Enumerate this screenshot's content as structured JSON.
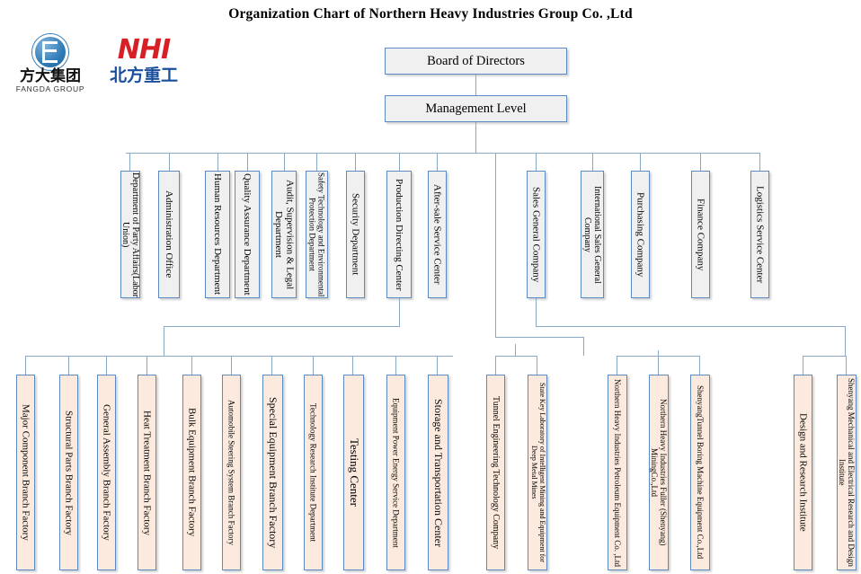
{
  "title": "Organization Chart of Northern Heavy Industries  Group Co. ,Ltd",
  "logos": {
    "fangda": {
      "name": "fangda-group-logo",
      "cn": "方大集团",
      "en": "FANGDA GROUP"
    },
    "nhi": {
      "name": "nhi-logo",
      "en": "NHI",
      "cn": "北方重工"
    }
  },
  "colors": {
    "box_border": "#5b8bc0",
    "box_fill_gray": "#f0f0f0",
    "box_fill_peach": "#fdeade",
    "line": "#8aa9c7",
    "nhi_red": "#d81f26",
    "nhi_blue": "#1a4f9c",
    "fangda_blue": "#2f7ab5"
  },
  "top": [
    {
      "id": "board-of-directors",
      "label": "Board of Directors"
    },
    {
      "id": "management-level",
      "label": "Management Level"
    }
  ],
  "level2_left": [
    {
      "id": "dept-party-affairs",
      "label": "Department of Party Affairs(Labor Union)"
    },
    {
      "id": "administration-office",
      "label": "Administration Office"
    },
    {
      "id": "human-resources-department",
      "label": "Human Resources Department"
    },
    {
      "id": "quality-assurance-department",
      "label": "Quality Assurance Department"
    },
    {
      "id": "audit-supervision-legal-department",
      "label": "Audit, Supervision & Legal Department"
    },
    {
      "id": "safety-tech-environmental-protection-department",
      "label": "Safety Technology and Environmental Protection Department"
    },
    {
      "id": "security-department",
      "label": "Security Department"
    },
    {
      "id": "production-directing-center",
      "label": "Production Directing Center"
    },
    {
      "id": "after-sale-service-center",
      "label": "After-sale Service Center"
    }
  ],
  "level2_right": [
    {
      "id": "sales-general-company",
      "label": "Sales General Company"
    },
    {
      "id": "international-sales-general-company",
      "label": "International Sales General Company"
    },
    {
      "id": "purchasing-company",
      "label": "Purchasing Company"
    },
    {
      "id": "finance-company",
      "label": "Finance Company"
    },
    {
      "id": "logistics-service-center",
      "label": "Logistics Service Center"
    }
  ],
  "level3_production": [
    {
      "id": "major-component-branch-factory",
      "label": "Major Component Branch Factory"
    },
    {
      "id": "structural-parts-branch-factory",
      "label": "Structural Parts Branch Factory"
    },
    {
      "id": "general-assembly-branch-factory",
      "label": "General Assembly Branch Factory"
    },
    {
      "id": "heat-treatment-branch-factory",
      "label": "Heat Treatment Branch Factory"
    },
    {
      "id": "bulk-equipment-branch-factory",
      "label": "Bulk Equipment Branch Factory"
    },
    {
      "id": "automobile-steering-system-branch-factory",
      "label": "Automobile Steering System Branch Factory"
    },
    {
      "id": "special-equipment-branch-factory",
      "label": "Special Equipment Branch Factory"
    },
    {
      "id": "technology-research-institute-department",
      "label": "Technology Research Institute Department"
    },
    {
      "id": "testing-center",
      "label": "Testing Center"
    },
    {
      "id": "equipment-power-energy-service-department",
      "label": "Equipment Power Energy Service Department"
    },
    {
      "id": "storage-and-transportation-center",
      "label": "Storage and Transportation Center"
    }
  ],
  "level3_group_b": [
    {
      "id": "tunnel-engineering-technology-company",
      "label": "Tunnel Engineering Technology Company"
    },
    {
      "id": "state-key-laboratory",
      "label": "State Key Laboratory of Intelligent Mining and Equipment for Deep Metal Mines"
    }
  ],
  "level3_group_c": [
    {
      "id": "nhi-petroleum-equipment",
      "label": "Northern Heavy Industries Petroleum Equipment Co. ,Ltd"
    },
    {
      "id": "nhi-fuller-shenyang-mining",
      "label": "Northern Heavy Industries Fuller (Shenyang) MiningCo.,Ltd"
    },
    {
      "id": "shenyang-tunnel-boring-machine-equipment",
      "label": "ShenyangTunnel Boring Machine Equipment Co.,Ltd"
    }
  ],
  "level3_group_d": [
    {
      "id": "design-and-research-institute",
      "label": "Design and Research Institute"
    },
    {
      "id": "shenyang-mechanical-electrical-research-design-institute",
      "label": "Shenyang Mechanical and Electrical Research and Design Institute"
    }
  ]
}
